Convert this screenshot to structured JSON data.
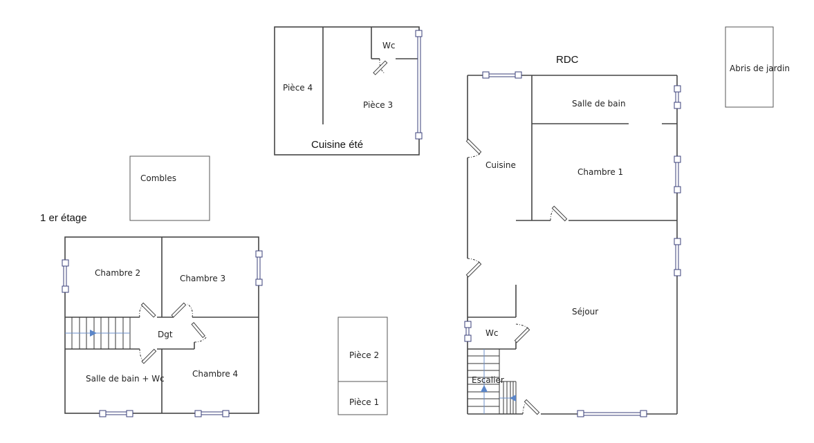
{
  "levels": {
    "first_floor": {
      "title": "1 er étage",
      "rooms": [
        "Chambre 2",
        "Chambre 3",
        "Dgt",
        "Salle de bain + Wc",
        "Chambre 4"
      ]
    },
    "ground_floor": {
      "title": "RDC",
      "rooms": [
        "Salle de bain",
        "Cuisine",
        "Chambre 1",
        "Séjour",
        "Wc",
        "Escalier"
      ]
    },
    "summer_kitchen": {
      "title": "Cuisine été",
      "rooms": [
        "Wc",
        "Pièce 4",
        "Pièce 3"
      ]
    }
  },
  "outbuildings": [
    "Combles",
    "Abris de jardin",
    "Pièce 2",
    "Pièce 1"
  ],
  "colors": {
    "wall": "#444444",
    "window": "#3a3f7a",
    "stair_arrow": "#5b86c9"
  }
}
